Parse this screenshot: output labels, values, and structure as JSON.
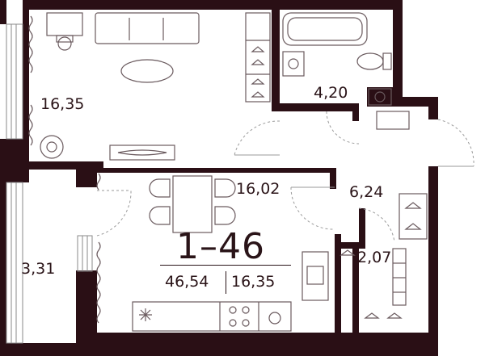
{
  "plan": {
    "apartment_id": "1–46",
    "total_area": "46,54",
    "living_area": "16,35",
    "wall_color": "#2a0f15",
    "line_color": "#5a4a4e"
  },
  "rooms": {
    "living_room": "16,35",
    "bathroom": "4,20",
    "kitchen_dining": "16,02",
    "hallway": "6,24",
    "balcony": "3,31",
    "wardrobe": "2,07"
  }
}
